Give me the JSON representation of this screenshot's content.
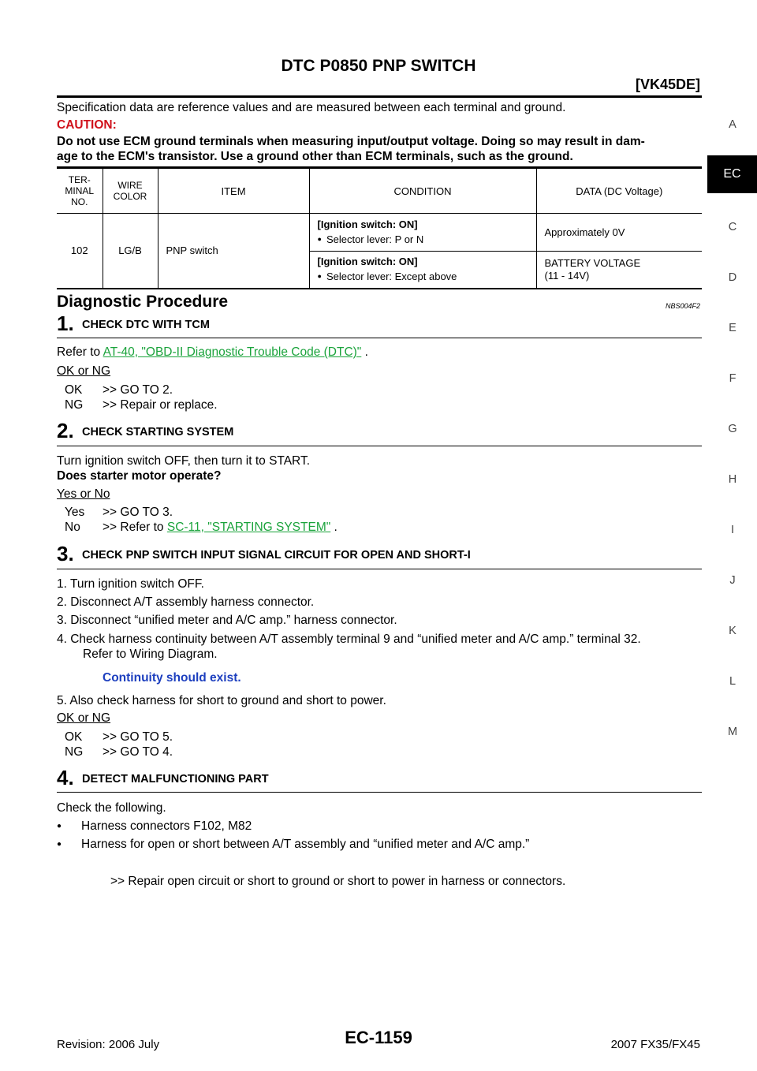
{
  "header": {
    "title": "DTC P0850 PNP SWITCH",
    "engine": "[VK45DE]"
  },
  "intro": "Specification data are reference values and are measured between each terminal and ground.",
  "caution": {
    "label": "CAUTION:",
    "line1": "Do not use ECM ground terminals when measuring input/output voltage. Doing so may result in dam-",
    "line2": "age to the ECM's transistor. Use a ground other than ECM terminals, such as the ground."
  },
  "spec_table": {
    "headers": {
      "terminal_l1": "TER-",
      "terminal_l2": "MINAL",
      "terminal_l3": "NO.",
      "wire_l1": "WIRE",
      "wire_l2": "COLOR",
      "item": "ITEM",
      "condition": "CONDITION",
      "data": "DATA (DC Voltage)"
    },
    "terminal": "102",
    "wire_color": "LG/B",
    "item": "PNP switch",
    "rows": [
      {
        "cond_head": "[Ignition switch: ON]",
        "cond_item": "Selector lever: P or N",
        "data_l1": "Approximately 0V",
        "data_l2": ""
      },
      {
        "cond_head": "[Ignition switch: ON]",
        "cond_item": "Selector lever: Except above",
        "data_l1": "BATTERY VOLTAGE",
        "data_l2": "(11 - 14V)"
      }
    ]
  },
  "procedure": {
    "heading": "Diagnostic Procedure",
    "code": "NBS004F2"
  },
  "step1": {
    "num": "1.",
    "title": "CHECK DTC WITH TCM",
    "refer_prefix": "Refer to ",
    "refer_link": "AT-40, \"OBD-II Diagnostic Trouble Code (DTC)\"",
    "refer_suffix": " .",
    "judge": "OK or NG",
    "r1_key": "OK",
    "r1_val": ">> GO TO 2.",
    "r2_key": "NG",
    "r2_val": ">> Repair or replace."
  },
  "step2": {
    "num": "2.",
    "title": "CHECK STARTING SYSTEM",
    "line1": "Turn ignition switch OFF, then turn it to START.",
    "question": "Does starter motor operate?",
    "judge": "Yes or No",
    "r1_key": "Yes",
    "r1_val": ">> GO TO 3.",
    "r2_key": "No",
    "r2_prefix": ">> Refer to ",
    "r2_link": "SC-11, \"STARTING SYSTEM\"",
    "r2_suffix": " ."
  },
  "step3": {
    "num": "3.",
    "title": "CHECK PNP SWITCH INPUT SIGNAL CIRCUIT FOR OPEN AND SHORT-I",
    "i1": "1.  Turn ignition switch OFF.",
    "i2": "2.  Disconnect A/T assembly harness connector.",
    "i3": "3.  Disconnect “unified meter and A/C amp.” harness connector.",
    "i4": "4.  Check harness continuity between A/T assembly terminal 9 and “unified meter and A/C amp.” terminal 32.",
    "i4b": "Refer to Wiring Diagram.",
    "spec": "Continuity should exist.",
    "i5": "5.  Also check harness for short to ground and short to power.",
    "judge": "OK or NG",
    "r1_key": "OK",
    "r1_val": ">> GO TO 5.",
    "r2_key": "NG",
    "r2_val": ">> GO TO 4."
  },
  "step4": {
    "num": "4.",
    "title": "DETECT MALFUNCTIONING PART",
    "line1": "Check the following.",
    "b1": "Harness connectors F102, M82",
    "b2": "Harness for open or short between A/T assembly and “unified meter and A/C amp.”",
    "result": ">> Repair open circuit or short to ground or short to power in harness or connectors."
  },
  "side_index": [
    "A",
    "EC",
    "C",
    "D",
    "E",
    "F",
    "G",
    "H",
    "I",
    "J",
    "K",
    "L",
    "M"
  ],
  "footer": {
    "revision": "Revision: 2006 July",
    "page": "EC-1159",
    "model": "2007 FX35/FX45"
  },
  "colors": {
    "caution": "#d0111b",
    "link": "#1aa33b",
    "spec": "#1d3fbf"
  }
}
